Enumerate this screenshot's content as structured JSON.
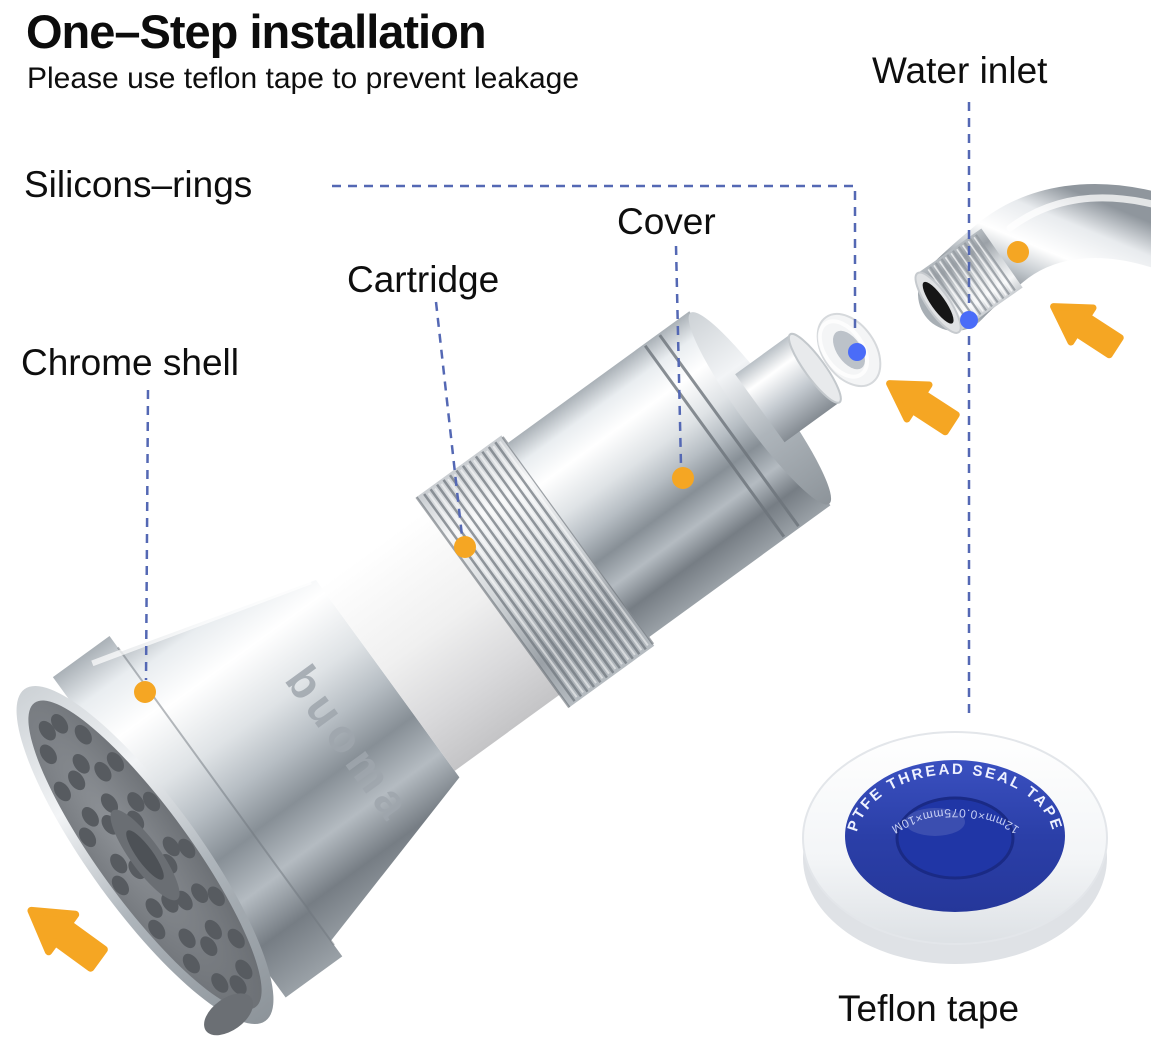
{
  "header": {
    "title": "One–Step installation",
    "subtitle": "Please use teflon tape to prevent leakage"
  },
  "callouts": {
    "water_inlet": "Water inlet",
    "silicons_rings": "Silicons–rings",
    "cover": "Cover",
    "cartridge": "Cartridge",
    "chrome_shell": "Chrome shell",
    "teflon_tape": "Teflon tape"
  },
  "product": {
    "brand_text": "buoma"
  },
  "tape": {
    "arc_text": "PTFE THREAD SEAL TAPE",
    "spec_text": "12mm×0.075mm×10M"
  },
  "colors": {
    "accent_orange": "#F5A623",
    "callout_line_blue": "#5468B4",
    "marker_blue": "#4A6CF8",
    "tape_blue": "#2B3FA8"
  }
}
